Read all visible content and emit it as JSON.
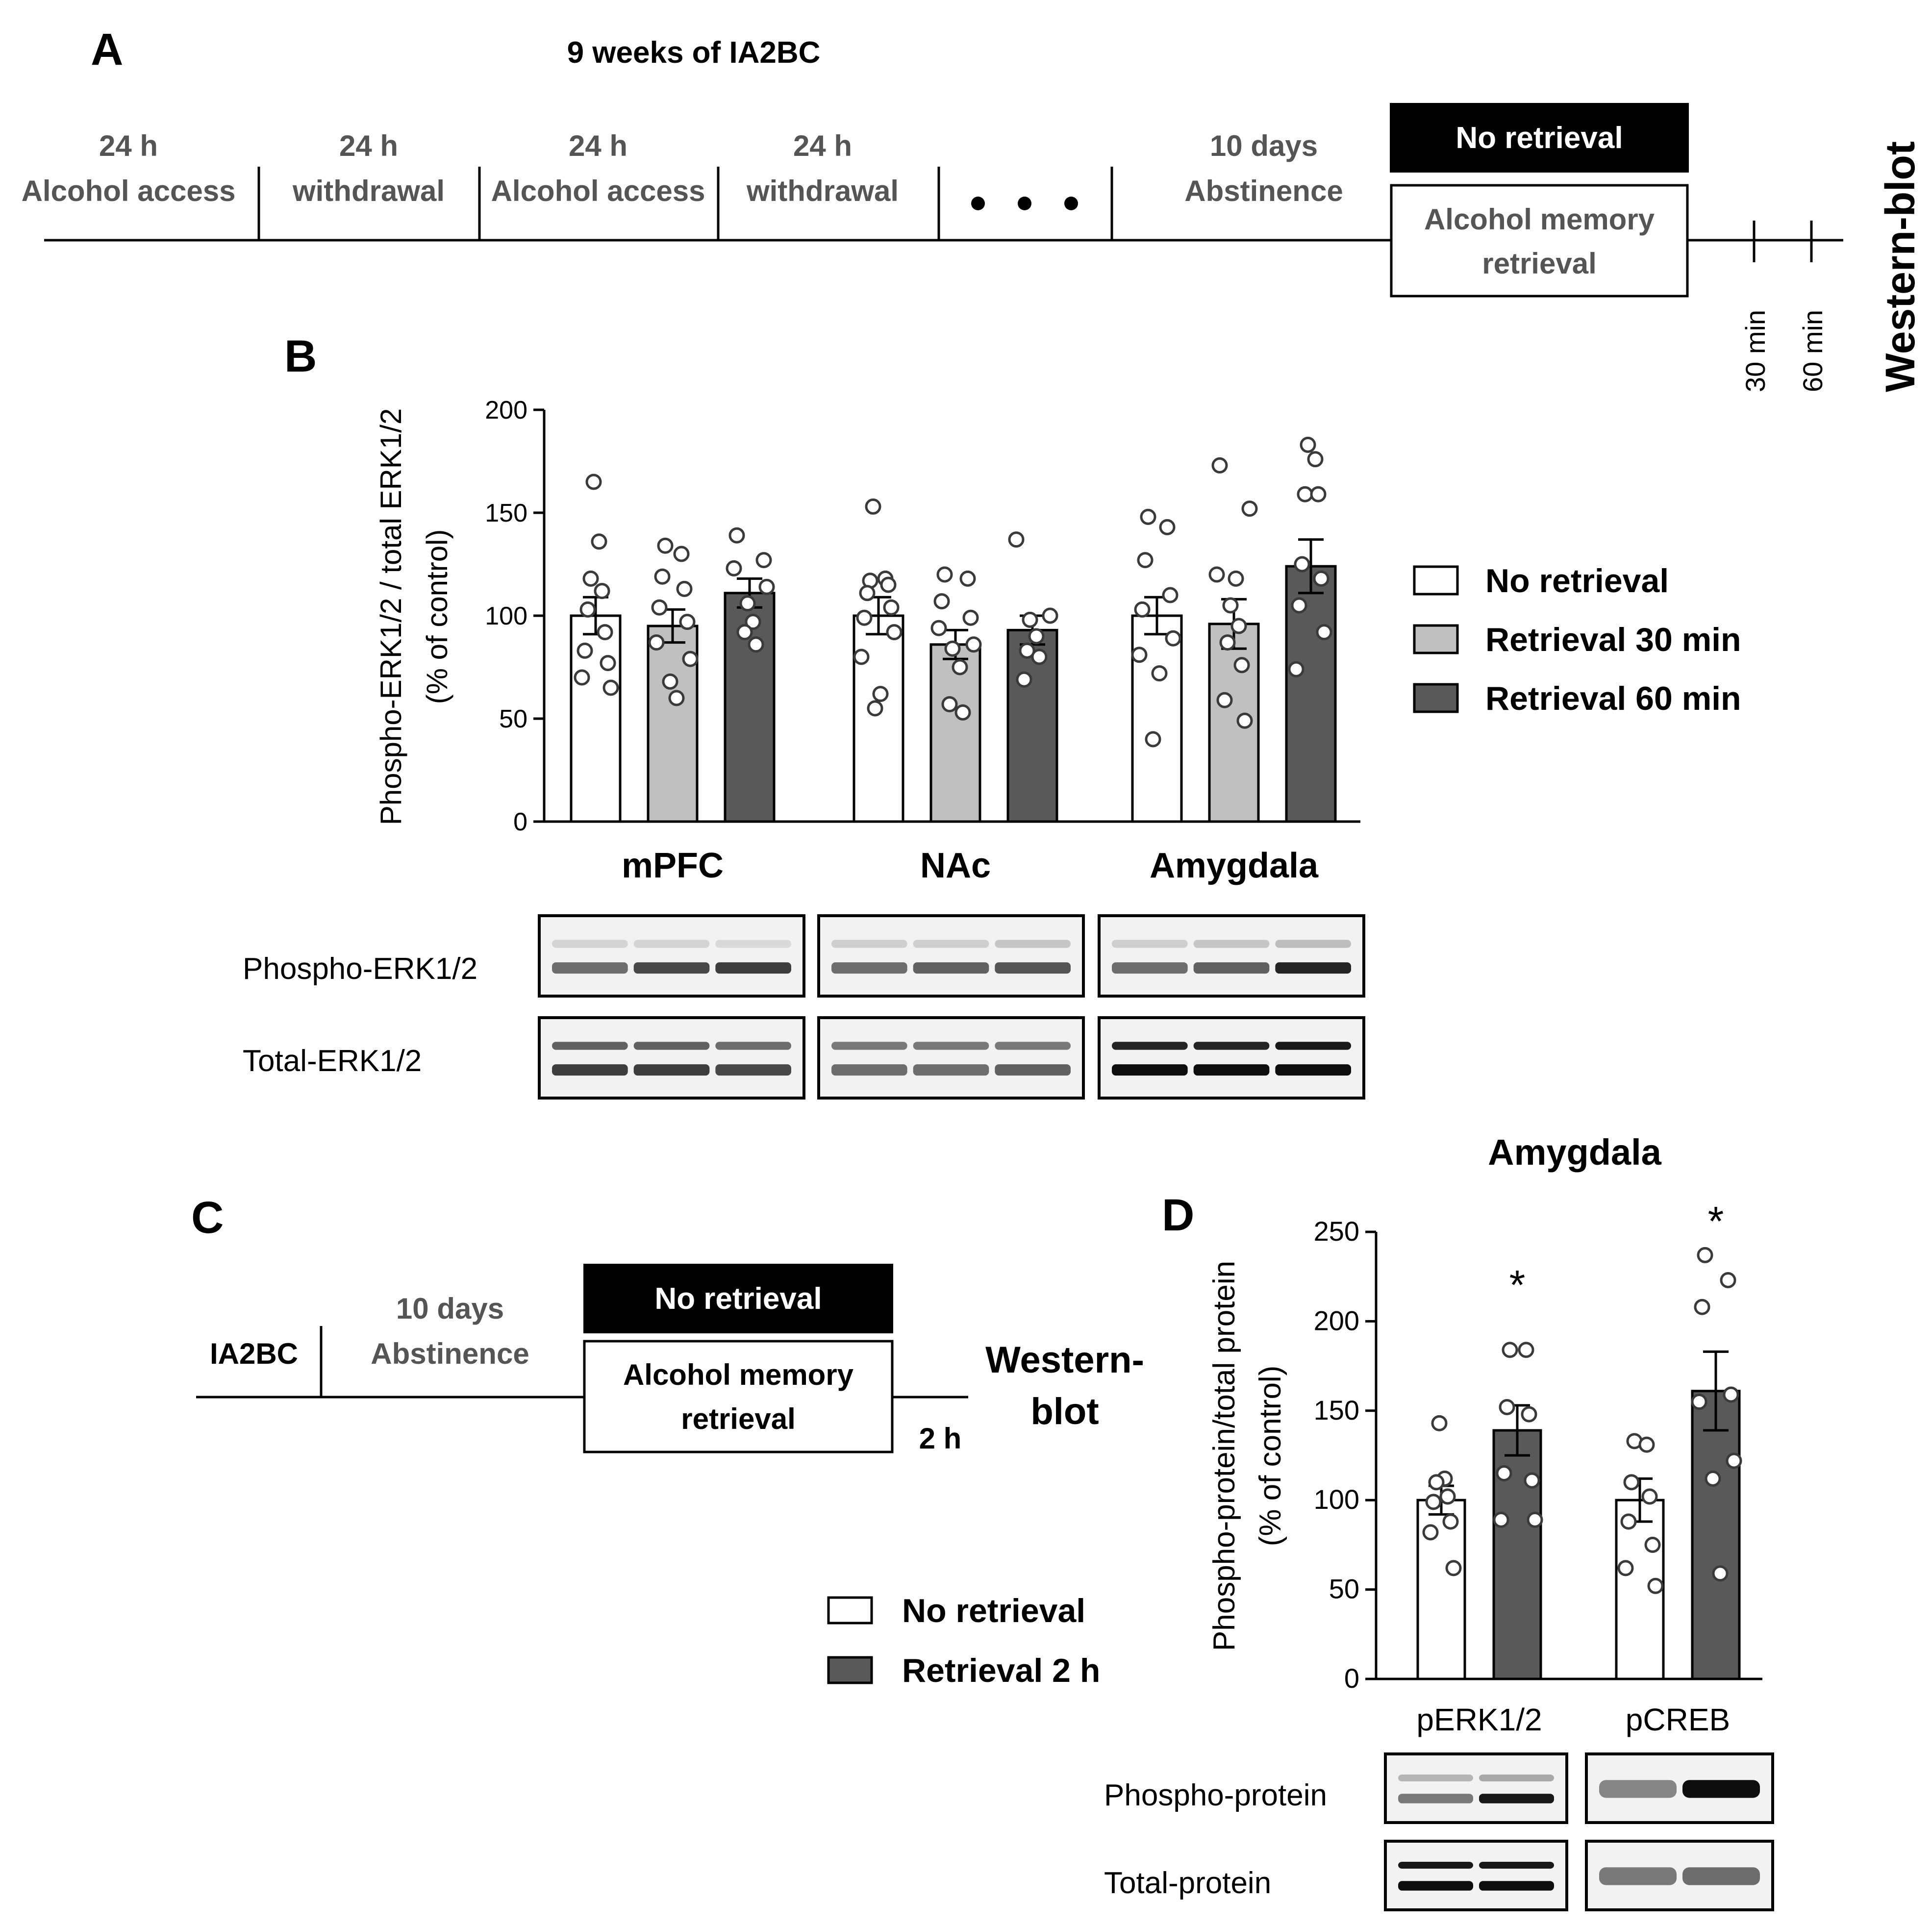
{
  "panel_labels": {
    "a": "A",
    "b": "B",
    "c": "C",
    "d": "D"
  },
  "panel_a": {
    "title": "9 weeks of IA2BC",
    "phases": [
      {
        "l1": "24 h",
        "l2": "Alcohol access"
      },
      {
        "l1": "24 h",
        "l2": "withdrawal"
      },
      {
        "l1": "24 h",
        "l2": "Alcohol access"
      },
      {
        "l1": "24 h",
        "l2": "withdrawal"
      },
      {
        "l1": "10 days",
        "l2": "Abstinence"
      }
    ],
    "no_retrieval": "No retrieval",
    "retrieval_l1": "Alcohol memory",
    "retrieval_l2": "retrieval",
    "t1": "30  min",
    "t2": "60  min",
    "western": "Western-blot"
  },
  "panel_b_blots": {
    "row1": "Phospho-ERK1/2",
    "row2": "Total-ERK1/2"
  },
  "panel_c": {
    "start": "IA2BC",
    "abst_l1": "10 days",
    "abst_l2": "Abstinence",
    "no_retrieval": "No retrieval",
    "retrieval_l1": "Alcohol memory",
    "retrieval_l2": "retrieval",
    "time": "2 h",
    "western_l1": "Western-",
    "western_l2": "blot"
  },
  "panel_d_blots": {
    "row1": "Phospho-protein",
    "row2": "Total-protein"
  },
  "colors": {
    "no_retrieval": "#ffffff",
    "retrieval_30": "#c0c0c0",
    "retrieval_60": "#595959",
    "retrieval_2h": "#595959"
  },
  "chart_data": [
    {
      "type": "bar",
      "panel": "B",
      "title": "",
      "ylabel_l1": "Phospho-ERK1/2 / total ERK1/2",
      "ylabel_l2": "(% of control)",
      "ylim": [
        0,
        200
      ],
      "yticks": [
        0,
        50,
        100,
        150,
        200
      ],
      "categories": [
        "mPFC",
        "NAc",
        "Amygdala"
      ],
      "legend": [
        "No retrieval",
        "Retrieval 30 min",
        "Retrieval 60 min"
      ],
      "series": [
        {
          "name": "No retrieval",
          "values": [
            100,
            100,
            100
          ],
          "sem": [
            9,
            9,
            9
          ],
          "points": [
            [
              165,
              136,
              118,
              112,
              103,
              92,
              83,
              77,
              70,
              65
            ],
            [
              153,
              118,
              117,
              115,
              111,
              104,
              99,
              92,
              80,
              62,
              55
            ],
            [
              148,
              143,
              127,
              110,
              103,
              89,
              81,
              72,
              40
            ]
          ]
        },
        {
          "name": "Retrieval 30 min",
          "values": [
            95,
            86,
            96
          ],
          "sem": [
            8,
            7,
            12
          ],
          "points": [
            [
              134,
              130,
              119,
              113,
              104,
              97,
              87,
              79,
              68,
              60
            ],
            [
              120,
              118,
              107,
              99,
              94,
              86,
              84,
              75,
              57,
              53
            ],
            [
              173,
              152,
              120,
              118,
              105,
              95,
              87,
              76,
              59,
              49
            ]
          ]
        },
        {
          "name": "Retrieval 60 min",
          "values": [
            111,
            93,
            124
          ],
          "sem": [
            7,
            7,
            13
          ],
          "points": [
            [
              139,
              127,
              123,
              114,
              106,
              97,
              92,
              86
            ],
            [
              137,
              100,
              98,
              90,
              83,
              80,
              69
            ],
            [
              183,
              176,
              159,
              159,
              125,
              118,
              105,
              92,
              74
            ]
          ]
        }
      ]
    },
    {
      "type": "bar",
      "panel": "D",
      "title": "Amygdala",
      "ylabel_l1": "Phospho-protein/total protein",
      "ylabel_l2": "(% of control)",
      "ylim": [
        0,
        250
      ],
      "yticks": [
        0,
        50,
        100,
        150,
        200,
        250
      ],
      "categories": [
        "pERK1/2",
        "pCREB"
      ],
      "legend": [
        "No retrieval",
        "Retrieval 2 h"
      ],
      "annotations": [
        "*",
        "*"
      ],
      "series": [
        {
          "name": "No retrieval",
          "values": [
            100,
            100
          ],
          "sem": [
            8,
            12
          ],
          "points": [
            [
              143,
              112,
              110,
              102,
              99,
              88,
              82,
              62
            ],
            [
              133,
              131,
              110,
              102,
              88,
              75,
              62,
              52
            ]
          ]
        },
        {
          "name": "Retrieval 2 h",
          "values": [
            139,
            161
          ],
          "sem": [
            14,
            22
          ],
          "points": [
            [
              184,
              184,
              152,
              148,
              115,
              111,
              89,
              89
            ],
            [
              237,
              223,
              208,
              159,
              155,
              122,
              112,
              59
            ]
          ]
        }
      ]
    }
  ]
}
